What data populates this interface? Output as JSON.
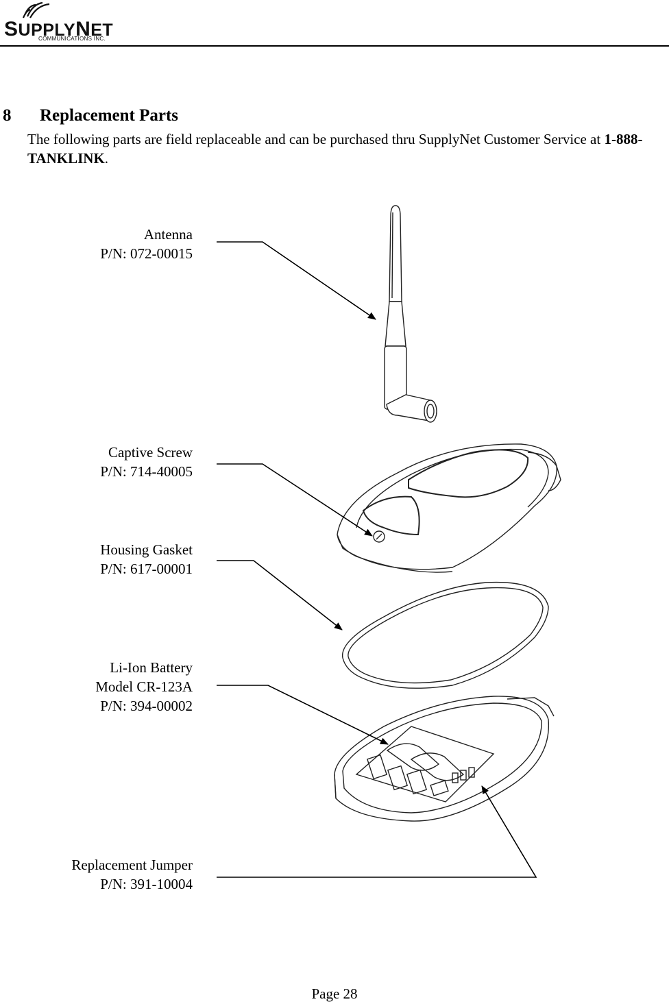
{
  "header": {
    "logo_text_1": "S",
    "logo_text_2": "UPPLY",
    "logo_text_3": "N",
    "logo_text_4": "ET",
    "logo_subtitle": "COMMUNICATIONS  INC."
  },
  "section": {
    "number": "8",
    "title": "Replacement Parts"
  },
  "intro": {
    "text_before": "The following parts are field replaceable and can be purchased thru SupplyNet Customer Service at ",
    "phone": "1-888-TANKLINK",
    "text_after": "."
  },
  "parts": [
    {
      "name": "Antenna",
      "pn": "P/N: 072-00015"
    },
    {
      "name": "Captive Screw",
      "pn": "P/N: 714-40005"
    },
    {
      "name": "Housing Gasket",
      "pn": "P/N: 617-00001"
    },
    {
      "name": "Li-Ion Battery",
      "model": "Model CR-123A",
      "pn": "P/N: 394-00002"
    },
    {
      "name": "Replacement Jumper",
      "pn": "P/N: 391-10004"
    }
  ],
  "footer": {
    "page": "Page 28"
  }
}
